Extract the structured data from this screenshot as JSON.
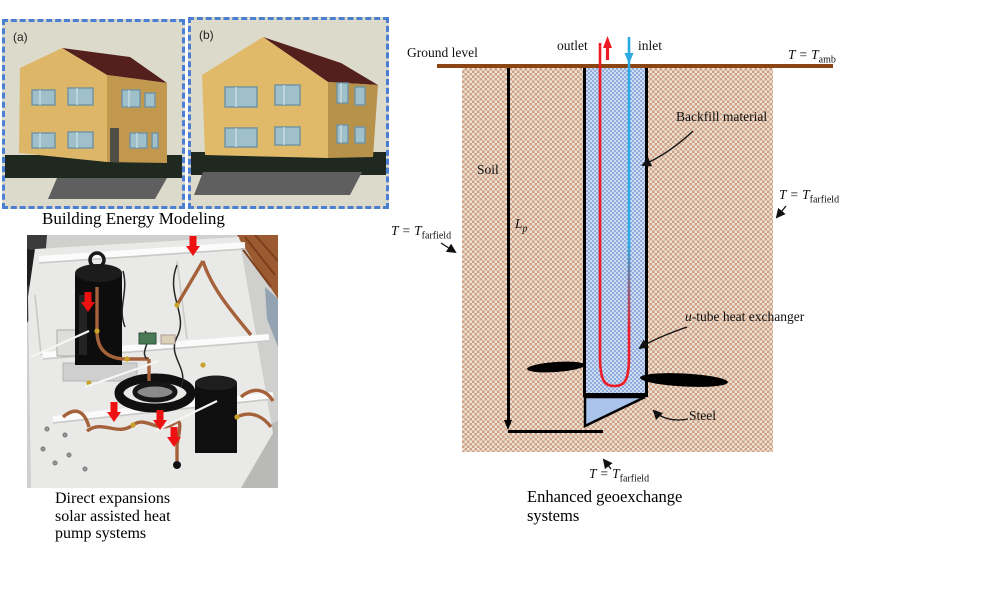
{
  "figure": {
    "bem": {
      "panel_a_tag": "(a)",
      "panel_b_tag": "(b)",
      "caption": "Building Energy Modeling"
    },
    "dx_sahp": {
      "caption": [
        "Direct expansions",
        "solar assisted heat",
        "pump systems"
      ]
    },
    "geo": {
      "caption": [
        "Enhanced geoexchange",
        "systems"
      ],
      "ground_level": "Ground level",
      "outlet": "outlet",
      "inlet": "inlet",
      "soil": "Soil",
      "backfill": "Backfill material",
      "utube_prefix": "u",
      "utube_rest": "-tube heat exchanger",
      "steel": "Steel",
      "lp_main": "L",
      "lp_sub": "p",
      "t_amb_main": "T = T",
      "t_amb_sub": "amb",
      "t_farfield_main": "T = T",
      "t_farfield_sub": "farfield"
    },
    "colors": {
      "panel_border_blue": "#4a7fd4",
      "soil_check": "#cfa184",
      "soil_base": "#ece2d6",
      "pile_check": "#8fadde",
      "pile_base": "#cfdcf2",
      "ground_line_brown": "#8b4513",
      "outlet_red": "#ed1c24",
      "inlet_blue": "#29abe2",
      "roof_maroon": "#53201d",
      "wall_tan": "#ddb667"
    }
  }
}
